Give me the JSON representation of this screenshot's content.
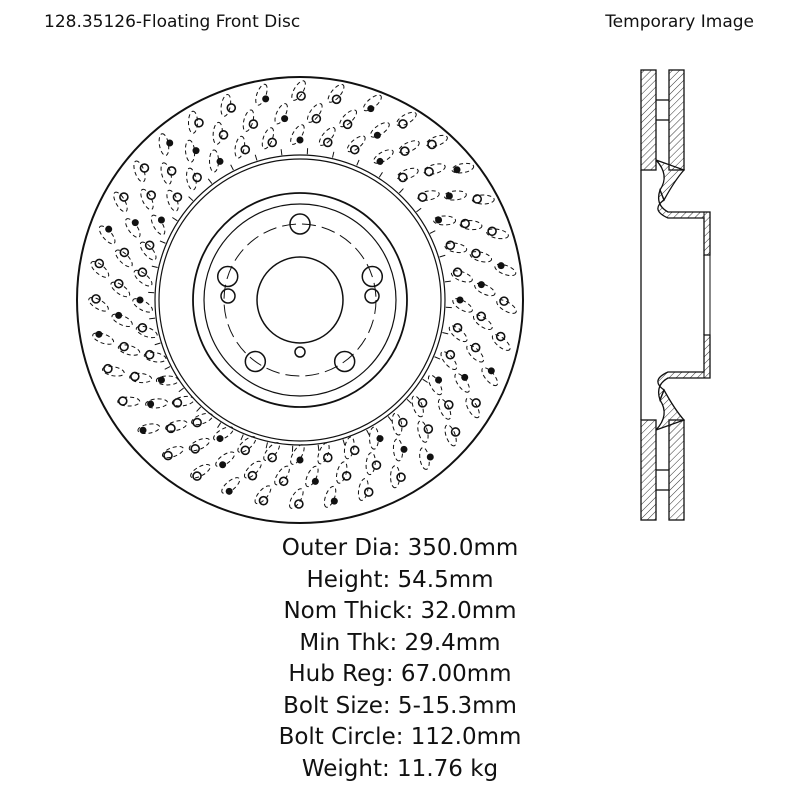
{
  "header": {
    "part_title": "128.35126-Floating Front Disc",
    "image_note": "Temporary Image"
  },
  "drawing": {
    "front_view": "brake-disc-front-view",
    "side_view": "brake-disc-cross-section",
    "line_color": "#111111"
  },
  "specs": [
    {
      "label": "Outer Dia",
      "value": "350.0mm",
      "text": "Outer Dia: 350.0mm"
    },
    {
      "label": "Height",
      "value": "54.5mm",
      "text": "Height: 54.5mm"
    },
    {
      "label": "Nom Thick",
      "value": "32.0mm",
      "text": "Nom Thick: 32.0mm"
    },
    {
      "label": "Min Thk",
      "value": "29.4mm",
      "text": "Min Thk: 29.4mm"
    },
    {
      "label": "Hub Reg",
      "value": "67.00mm",
      "text": "Hub Reg: 67.00mm"
    },
    {
      "label": "Bolt Size",
      "value": "5-15.3mm",
      "text": "Bolt Size: 5-15.3mm"
    },
    {
      "label": "Bolt Circle",
      "value": "112.0mm",
      "text": "Bolt Circle: 112.0mm"
    },
    {
      "label": "Weight",
      "value": "11.76 kg",
      "text": "Weight: 11.76 kg"
    }
  ]
}
